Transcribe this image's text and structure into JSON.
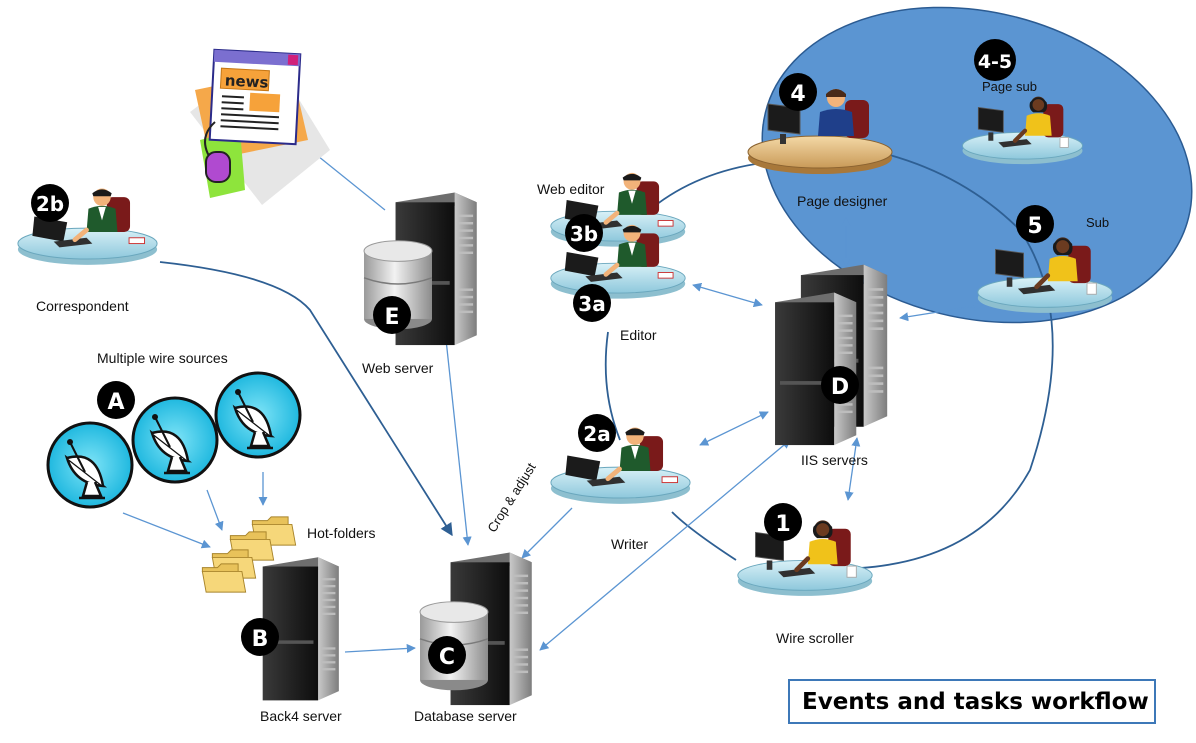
{
  "title": "Events and tasks workflow",
  "labels": {
    "correspondent": "Correspondent",
    "multiple_wire_sources": "Multiple wire sources",
    "hot_folders": "Hot-folders",
    "back4_server": "Back4 server",
    "database_server": "Database server",
    "web_server": "Web server",
    "web_editor": "Web editor",
    "editor": "Editor",
    "writer": "Writer",
    "crop_adjust": "Crop & adjust",
    "iis_servers": "IIS servers",
    "wire_scroller": "Wire scroller",
    "page_designer": "Page designer",
    "page_sub": "Page sub",
    "sub": "Sub"
  },
  "badges": {
    "b_2b": "2b",
    "b_A": "A",
    "b_B": "B",
    "b_C": "C",
    "b_E": "E",
    "b_3b": "3b",
    "b_3a": "3a",
    "b_2a": "2a",
    "b_D": "D",
    "b_1": "1",
    "b_4": "4",
    "b_4_5": "4-5",
    "b_5": "5"
  },
  "icons": {
    "newspaper": "news",
    "satellite_dish": "satellite-dish",
    "server": "server-tower",
    "database": "database-cylinder",
    "workstation": "desk-person"
  },
  "colors": {
    "ellipse_fill": "#5b95d2",
    "ellipse_stroke": "#2b5b92",
    "arrow": "#5b95d2",
    "flow_line": "#2e5f93",
    "badge": "#000000",
    "dish_ring": "#3fd0f0",
    "title_border": "#3d78b8"
  }
}
